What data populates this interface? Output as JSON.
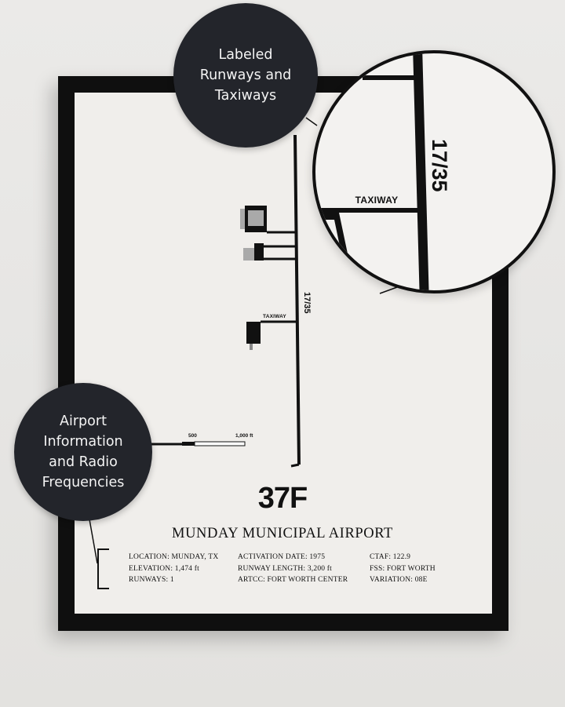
{
  "callouts": {
    "runways": {
      "line1": "Labeled",
      "line2": "Runways and",
      "line3": "Taxiways"
    },
    "info": {
      "line1": "Airport",
      "line2": "Information",
      "line3": "and Radio",
      "line4": "Frequencies"
    }
  },
  "map": {
    "runway_label": "17/35",
    "taxiway_label": "TAXIWAY",
    "scale": {
      "first": "500",
      "second": "1,000 ft"
    }
  },
  "zoom": {
    "runway_label": "17/35",
    "taxiway_label": "TAXIWAY"
  },
  "poster": {
    "code": "37F",
    "name": "MUNDAY MUNICIPAL AIRPORT",
    "info": {
      "col1": [
        "LOCATION: MUNDAY, TX",
        "ELEVATION: 1,474 ft",
        "RUNWAYS: 1"
      ],
      "col2": [
        "ACTIVATION DATE: 1975",
        "RUNWAY LENGTH: 3,200 ft",
        "ARTCC: FORT WORTH CENTER"
      ],
      "col3": [
        "CTAF: 122.9",
        "FSS: FORT WORTH",
        "VARIATION: 08E"
      ]
    }
  },
  "colors": {
    "frame": "#0f0f0f",
    "mat": "#f0eeeb",
    "callout_bg": "#23252b",
    "wall": "#e8e7e5"
  }
}
